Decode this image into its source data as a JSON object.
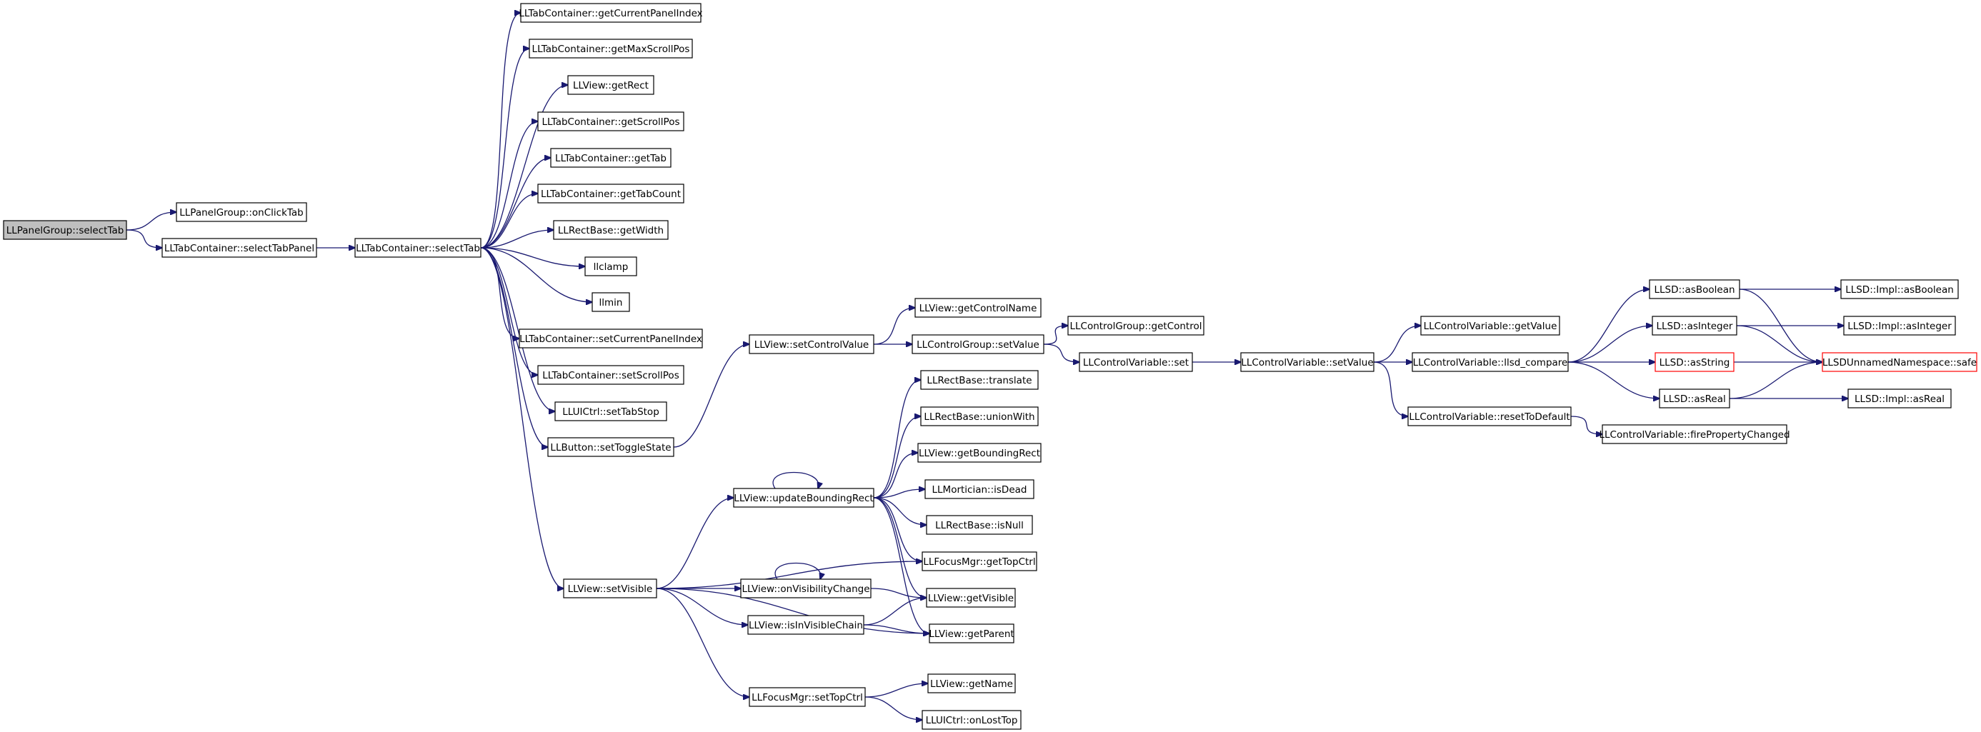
{
  "colors": {
    "edge": "#191970",
    "box_border": "#000000",
    "root_fill": "#bfbfbf",
    "truncated_border": "#ff0000",
    "background": "#ffffff"
  },
  "nodes": [
    {
      "id": "root",
      "label": "LLPanelGroup::selectTab",
      "style": "root"
    },
    {
      "id": "onClickTab",
      "label": "LLPanelGroup::onClickTab",
      "style": "normal"
    },
    {
      "id": "selectTabPanel",
      "label": "LLTabContainer::selectTabPanel",
      "style": "normal"
    },
    {
      "id": "selectTab",
      "label": "LLTabContainer::selectTab",
      "style": "normal"
    },
    {
      "id": "getCurrentPanelIndex",
      "label": "LLTabContainer::getCurrentPanelIndex",
      "style": "normal"
    },
    {
      "id": "getMaxScrollPos",
      "label": "LLTabContainer::getMaxScrollPos",
      "style": "normal"
    },
    {
      "id": "getRect",
      "label": "LLView::getRect",
      "style": "normal"
    },
    {
      "id": "getScrollPos",
      "label": "LLTabContainer::getScrollPos",
      "style": "normal"
    },
    {
      "id": "getTab",
      "label": "LLTabContainer::getTab",
      "style": "normal"
    },
    {
      "id": "getTabCount",
      "label": "LLTabContainer::getTabCount",
      "style": "normal"
    },
    {
      "id": "getWidth",
      "label": "LLRectBase::getWidth",
      "style": "normal"
    },
    {
      "id": "llclamp",
      "label": "llclamp",
      "style": "normal"
    },
    {
      "id": "llmin",
      "label": "llmin",
      "style": "normal"
    },
    {
      "id": "setCurrentPanelIndex",
      "label": "LLTabContainer::setCurrentPanelIndex",
      "style": "normal"
    },
    {
      "id": "setScrollPos",
      "label": "LLTabContainer::setScrollPos",
      "style": "normal"
    },
    {
      "id": "setTabStop",
      "label": "LLUICtrl::setTabStop",
      "style": "normal"
    },
    {
      "id": "setToggleState",
      "label": "LLButton::setToggleState",
      "style": "normal"
    },
    {
      "id": "setVisible",
      "label": "LLView::setVisible",
      "style": "normal"
    },
    {
      "id": "setControlValue",
      "label": "LLView::setControlValue",
      "style": "normal"
    },
    {
      "id": "getControlName",
      "label": "LLView::getControlName",
      "style": "normal"
    },
    {
      "id": "cgSetValue",
      "label": "LLControlGroup::setValue",
      "style": "normal"
    },
    {
      "id": "getControl",
      "label": "LLControlGroup::getControl",
      "style": "normal"
    },
    {
      "id": "cvSet",
      "label": "LLControlVariable::set",
      "style": "normal"
    },
    {
      "id": "cvSetValue",
      "label": "LLControlVariable::setValue",
      "style": "normal"
    },
    {
      "id": "cvGetValue",
      "label": "LLControlVariable::getValue",
      "style": "normal"
    },
    {
      "id": "llsdCompare",
      "label": "LLControlVariable::llsd_compare",
      "style": "normal"
    },
    {
      "id": "resetToDefault",
      "label": "LLControlVariable::resetToDefault",
      "style": "normal"
    },
    {
      "id": "firePropertyChanged",
      "label": "LLControlVariable::firePropertyChanged",
      "style": "normal"
    },
    {
      "id": "asBoolean",
      "label": "LLSD::asBoolean",
      "style": "normal"
    },
    {
      "id": "asInteger",
      "label": "LLSD::asInteger",
      "style": "normal"
    },
    {
      "id": "asString",
      "label": "LLSD::asString",
      "style": "truncated"
    },
    {
      "id": "asReal",
      "label": "LLSD::asReal",
      "style": "normal"
    },
    {
      "id": "implAsBoolean",
      "label": "LLSD::Impl::asBoolean",
      "style": "normal"
    },
    {
      "id": "implAsInteger",
      "label": "LLSD::Impl::asInteger",
      "style": "normal"
    },
    {
      "id": "safe",
      "label": "LLSDUnnamedNamespace::safe",
      "style": "truncated"
    },
    {
      "id": "implAsReal",
      "label": "LLSD::Impl::asReal",
      "style": "normal"
    },
    {
      "id": "translate",
      "label": "LLRectBase::translate",
      "style": "normal"
    },
    {
      "id": "unionWith",
      "label": "LLRectBase::unionWith",
      "style": "normal"
    },
    {
      "id": "getBoundingRect",
      "label": "LLView::getBoundingRect",
      "style": "normal"
    },
    {
      "id": "isDead",
      "label": "LLMortician::isDead",
      "style": "normal"
    },
    {
      "id": "isNull",
      "label": "LLRectBase::isNull",
      "style": "normal"
    },
    {
      "id": "getTopCtrl",
      "label": "LLFocusMgr::getTopCtrl",
      "style": "normal"
    },
    {
      "id": "updateBoundingRect",
      "label": "LLView::updateBoundingRect",
      "style": "normal"
    },
    {
      "id": "onVisibilityChange",
      "label": "LLView::onVisibilityChange",
      "style": "normal"
    },
    {
      "id": "isInVisibleChain",
      "label": "LLView::isInVisibleChain",
      "style": "normal"
    },
    {
      "id": "getVisible",
      "label": "LLView::getVisible",
      "style": "normal"
    },
    {
      "id": "getParent",
      "label": "LLView::getParent",
      "style": "normal"
    },
    {
      "id": "setTopCtrl",
      "label": "LLFocusMgr::setTopCtrl",
      "style": "normal"
    },
    {
      "id": "getName",
      "label": "LLView::getName",
      "style": "normal"
    },
    {
      "id": "onLostTop",
      "label": "LLUICtrl::onLostTop",
      "style": "normal"
    }
  ],
  "edges": [
    [
      "root",
      "onClickTab"
    ],
    [
      "root",
      "selectTabPanel"
    ],
    [
      "selectTabPanel",
      "selectTab"
    ],
    [
      "selectTab",
      "getCurrentPanelIndex"
    ],
    [
      "selectTab",
      "getMaxScrollPos"
    ],
    [
      "selectTab",
      "getRect"
    ],
    [
      "selectTab",
      "getScrollPos"
    ],
    [
      "selectTab",
      "getTab"
    ],
    [
      "selectTab",
      "getTabCount"
    ],
    [
      "selectTab",
      "getWidth"
    ],
    [
      "selectTab",
      "llclamp"
    ],
    [
      "selectTab",
      "llmin"
    ],
    [
      "selectTab",
      "setCurrentPanelIndex"
    ],
    [
      "selectTab",
      "setScrollPos"
    ],
    [
      "selectTab",
      "setTabStop"
    ],
    [
      "selectTab",
      "setToggleState"
    ],
    [
      "selectTab",
      "setVisible"
    ],
    [
      "setToggleState",
      "setControlValue"
    ],
    [
      "setControlValue",
      "getControlName"
    ],
    [
      "setControlValue",
      "cgSetValue"
    ],
    [
      "cgSetValue",
      "getControl"
    ],
    [
      "cgSetValue",
      "cvSet"
    ],
    [
      "cvSet",
      "cvSetValue"
    ],
    [
      "cvSetValue",
      "cvGetValue"
    ],
    [
      "cvSetValue",
      "llsdCompare"
    ],
    [
      "cvSetValue",
      "resetToDefault"
    ],
    [
      "resetToDefault",
      "firePropertyChanged"
    ],
    [
      "llsdCompare",
      "asBoolean"
    ],
    [
      "llsdCompare",
      "asInteger"
    ],
    [
      "llsdCompare",
      "asString"
    ],
    [
      "llsdCompare",
      "asReal"
    ],
    [
      "asBoolean",
      "implAsBoolean"
    ],
    [
      "asBoolean",
      "safe"
    ],
    [
      "asInteger",
      "implAsInteger"
    ],
    [
      "asInteger",
      "safe"
    ],
    [
      "asString",
      "safe"
    ],
    [
      "asReal",
      "safe"
    ],
    [
      "asReal",
      "implAsReal"
    ],
    [
      "setVisible",
      "updateBoundingRect"
    ],
    [
      "setVisible",
      "getTopCtrl"
    ],
    [
      "setVisible",
      "onVisibilityChange"
    ],
    [
      "setVisible",
      "isInVisibleChain"
    ],
    [
      "setVisible",
      "getParent"
    ],
    [
      "setVisible",
      "setTopCtrl"
    ],
    [
      "updateBoundingRect",
      "translate"
    ],
    [
      "updateBoundingRect",
      "unionWith"
    ],
    [
      "updateBoundingRect",
      "getBoundingRect"
    ],
    [
      "updateBoundingRect",
      "isDead"
    ],
    [
      "updateBoundingRect",
      "isNull"
    ],
    [
      "updateBoundingRect",
      "getTopCtrl"
    ],
    [
      "updateBoundingRect",
      "getVisible"
    ],
    [
      "updateBoundingRect",
      "getParent"
    ],
    [
      "updateBoundingRect",
      "updateBoundingRect"
    ],
    [
      "onVisibilityChange",
      "onVisibilityChange"
    ],
    [
      "onVisibilityChange",
      "getVisible"
    ],
    [
      "isInVisibleChain",
      "getVisible"
    ],
    [
      "isInVisibleChain",
      "getParent"
    ],
    [
      "setTopCtrl",
      "getName"
    ],
    [
      "setTopCtrl",
      "onLostTop"
    ]
  ]
}
